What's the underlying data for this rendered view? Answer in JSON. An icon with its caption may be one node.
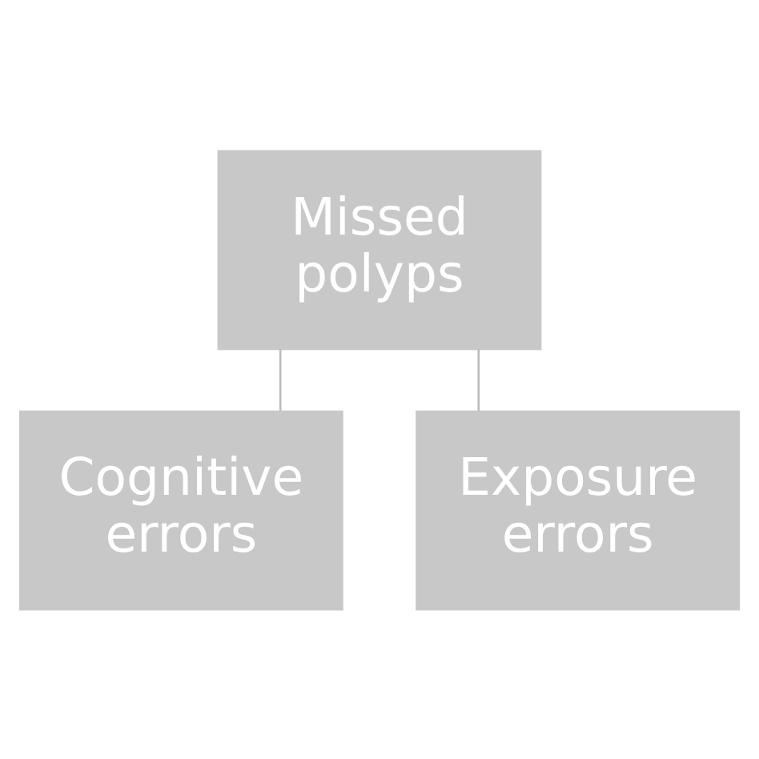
{
  "diagram": {
    "nodes": [
      {
        "text": [
          "Missed polyps"
        ]
      },
      {
        "text": [
          "Cognitive errors"
        ]
      },
      {
        "text": [
          "Exposure errors"
        ]
      }
    ],
    "edges": [
      {
        "from": 0,
        "to": 1,
        "arrow": "none"
      },
      {
        "from": 0,
        "to": 2,
        "arrow": "none"
      }
    ]
  }
}
